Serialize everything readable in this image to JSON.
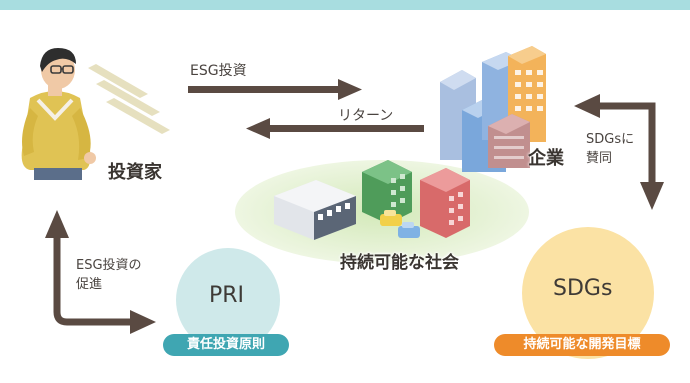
{
  "arrows": {
    "esg_investment": "ESG投資",
    "return": "リターン",
    "sdgs_endorse": "SDGsに\n賛同",
    "esg_promotion": "ESG投資の\n促進"
  },
  "nodes": {
    "investor": "投資家",
    "company": "企業",
    "society": "持続可能な社会",
    "pri": {
      "title": "PRI",
      "subtitle": "責任投資原則"
    },
    "sdgs": {
      "title": "SDGs",
      "subtitle": "持続可能な開発目標"
    }
  },
  "colors": {
    "top_band": "#a8dde0",
    "arrow": "#5a4a42",
    "pri_circle": "#cfe9ea",
    "pri_pill": "#3fa6b2",
    "sdgs_circle": "#fbe2a4",
    "sdgs_pill": "#ee8b2a",
    "society_ground": "#dcedc8"
  }
}
